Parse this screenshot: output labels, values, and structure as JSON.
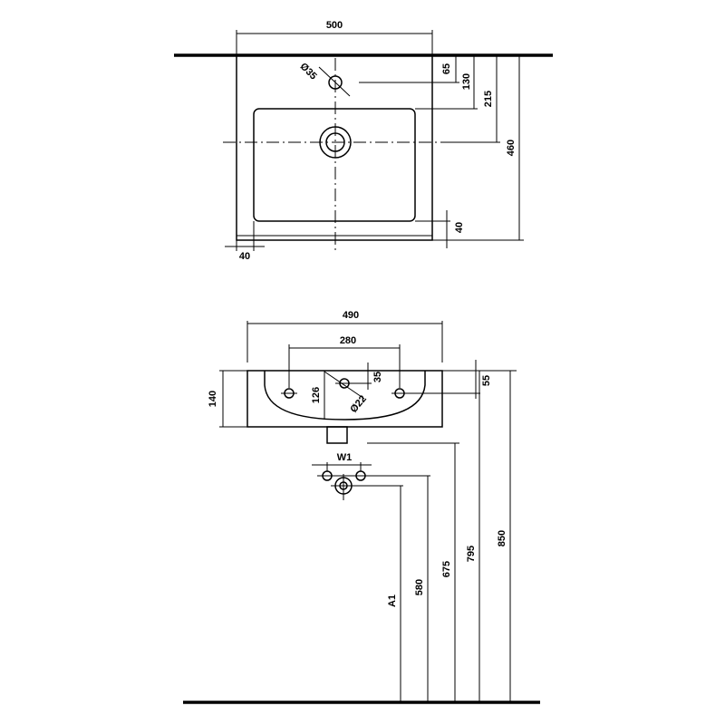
{
  "top_view": {
    "width": "500",
    "tap_hole_diameter": "Ø35",
    "tap_hole_offset": "65",
    "drain_offset": "130",
    "bowl_offset": "215",
    "depth": "460",
    "rim_front": "40",
    "rim_side": "40"
  },
  "front_view": {
    "bowl_width": "490",
    "fixing_spacing": "280",
    "height": "140",
    "rim_to_overflow": "35",
    "overflow_diameter": "Ø22",
    "overflow_height": "126",
    "rim_to_top": "55",
    "supply_spacing": "W1",
    "supply_height": "A1",
    "height_580": "580",
    "height_675": "675",
    "height_795": "795",
    "height_850": "850"
  }
}
